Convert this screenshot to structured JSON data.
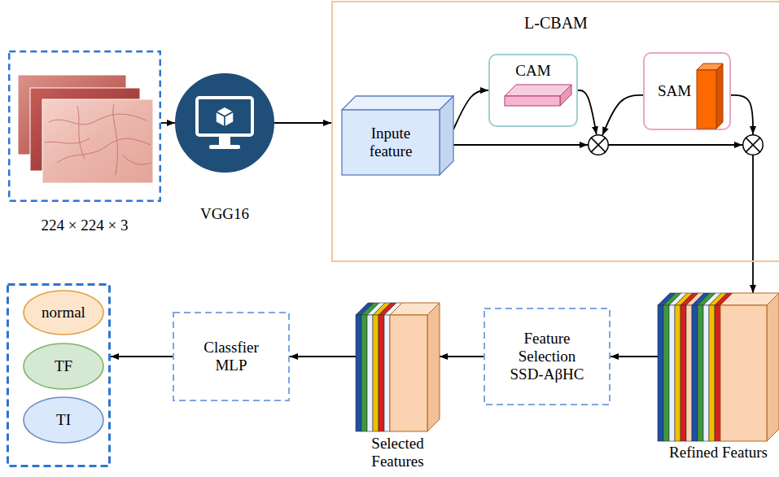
{
  "diagram": {
    "nodes": [
      {
        "text": [
          "224 × 224 × 3"
        ]
      },
      {
        "text": [
          "VGG16"
        ]
      },
      {
        "text": [
          "L-CBAM"
        ]
      },
      {
        "text": [
          "Inpute feature"
        ],
        "in": 2
      },
      {
        "text": [
          "CAM"
        ],
        "in": 2
      },
      {
        "text": [],
        "in": 2
      },
      {
        "text": [
          "SAM"
        ],
        "in": 2
      },
      {
        "text": [],
        "in": 2
      },
      {
        "text": []
      },
      {
        "text": [
          "normal"
        ],
        "in": 8
      },
      {
        "text": [
          "TF"
        ],
        "in": 8
      },
      {
        "text": [
          "TI"
        ],
        "in": 8
      },
      {
        "text": [
          "Classfier MLP"
        ]
      },
      {
        "text": [
          "Selected Features"
        ]
      },
      {
        "text": [
          "Feature Selection SSD-AβHC"
        ]
      },
      {
        "text": [
          "Refined Featurs"
        ]
      }
    ],
    "edges": [
      {
        "from": 0,
        "to": 1,
        "arrow": "to"
      },
      {
        "from": 1,
        "to": 2,
        "arrow": "to"
      },
      {
        "from": 3,
        "to": 4,
        "arrow": "to"
      },
      {
        "from": 4,
        "to": 5,
        "arrow": "to"
      },
      {
        "from": 3,
        "to": 5,
        "arrow": "to"
      },
      {
        "from": 6,
        "to": 5,
        "arrow": "to"
      },
      {
        "from": 5,
        "to": 7,
        "arrow": "to"
      },
      {
        "from": 6,
        "to": 7,
        "arrow": "to"
      },
      {
        "from": 7,
        "to": 15,
        "arrow": "to"
      },
      {
        "from": 15,
        "to": 14,
        "arrow": "to"
      },
      {
        "from": 14,
        "to": 13,
        "arrow": "to"
      },
      {
        "from": 13,
        "to": 12,
        "arrow": "to"
      },
      {
        "from": 12,
        "to": 8,
        "arrow": "to"
      }
    ]
  }
}
